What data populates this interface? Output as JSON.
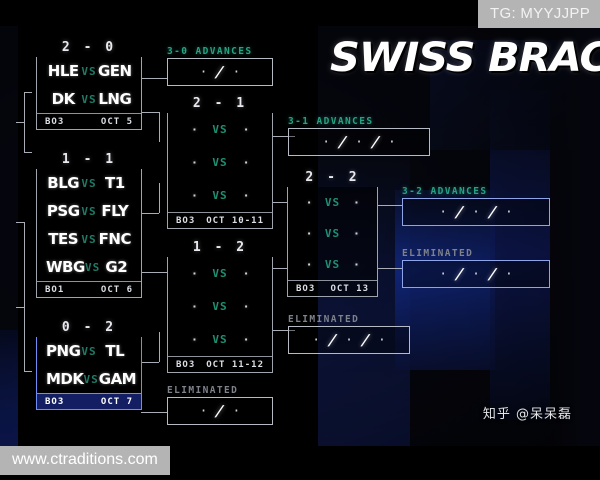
{
  "title": "SWISS BRACKET",
  "watermarks": {
    "telegram": "TG: MYYJJPP",
    "site": "www.ctraditions.com",
    "zhihu": "知乎 @呆呆磊"
  },
  "labels": {
    "vs": "VS",
    "dot": "·",
    "separator": "/"
  },
  "colors": {
    "accent_teal": "#25a383",
    "vs_teal": "#1f8f72",
    "highlight_blue": "#6f8ef5",
    "text_white": "#ffffff",
    "eliminated_gray": "#7e828b",
    "background": "#05060d"
  },
  "round1": {
    "groups": [
      {
        "name": "group-2-0",
        "record": "2 - 0",
        "matches": [
          {
            "home": "HLE",
            "away": "GEN"
          },
          {
            "home": "DK",
            "away": "LNG"
          }
        ],
        "format": "BO3",
        "date": "OCT 5",
        "highlighted": false
      },
      {
        "name": "group-1-1",
        "record": "1 - 1",
        "matches": [
          {
            "home": "BLG",
            "away": "T1"
          },
          {
            "home": "PSG",
            "away": "FLY"
          },
          {
            "home": "TES",
            "away": "FNC"
          },
          {
            "home": "WBG",
            "away": "G2"
          }
        ],
        "format": "BO1",
        "date": "OCT 6",
        "highlighted": false
      },
      {
        "name": "group-0-2",
        "record": "0 - 2",
        "matches": [
          {
            "home": "PNG",
            "away": "TL"
          },
          {
            "home": "MDK",
            "away": "GAM"
          }
        ],
        "format": "BO3",
        "date": "OCT 7",
        "highlighted": true
      }
    ]
  },
  "round2": {
    "advance_3_0": {
      "label": "3-0 ADVANCES",
      "slots": 2
    },
    "group_2_1": {
      "record": "2 - 1",
      "matches": [
        {
          "home": "·",
          "away": "·"
        },
        {
          "home": "·",
          "away": "·"
        },
        {
          "home": "·",
          "away": "·"
        }
      ],
      "format": "BO3",
      "date": "OCT 10-11"
    },
    "group_1_2": {
      "record": "1 - 2",
      "matches": [
        {
          "home": "·",
          "away": "·"
        },
        {
          "home": "·",
          "away": "·"
        },
        {
          "home": "·",
          "away": "·"
        }
      ],
      "format": "BO3",
      "date": "OCT 11-12"
    },
    "eliminated_0_3": {
      "label": "ELIMINATED",
      "slots": 2
    }
  },
  "round3": {
    "advance_3_1": {
      "label": "3-1 ADVANCES",
      "slots": 3
    },
    "group_2_2": {
      "record": "2 - 2",
      "matches": [
        {
          "home": "·",
          "away": "·"
        },
        {
          "home": "·",
          "away": "·"
        },
        {
          "home": "·",
          "away": "·"
        }
      ],
      "format": "BO3",
      "date": "OCT 13"
    },
    "eliminated_1_3": {
      "label": "ELIMINATED",
      "slots": 3
    }
  },
  "round4": {
    "advance_3_2": {
      "label": "3-2 ADVANCES",
      "slots": 3
    },
    "eliminated_2_3": {
      "label": "ELIMINATED",
      "slots": 3
    }
  }
}
